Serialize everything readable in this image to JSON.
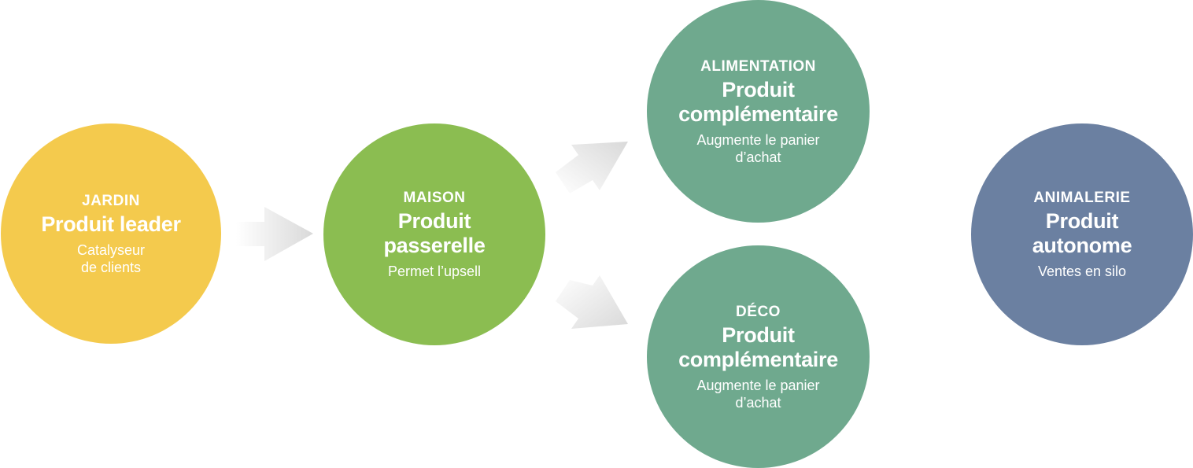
{
  "nodes": [
    {
      "id": "jardin",
      "category": "JARDIN",
      "title": "Produit leader",
      "description": "Catalyseur\nde clients",
      "color": "#f4ca4d"
    },
    {
      "id": "maison",
      "category": "MAISON",
      "title": "Produit\npasserelle",
      "description": "Permet l’upsell",
      "color": "#8bbd51"
    },
    {
      "id": "alimentation",
      "category": "ALIMENTATION",
      "title": "Produit\ncomplémentaire",
      "description": "Augmente le panier\nd’achat",
      "color": "#6fa98e"
    },
    {
      "id": "deco",
      "category": "DÉCO",
      "title": "Produit\ncomplémentaire",
      "description": "Augmente le panier\nd’achat",
      "color": "#6fa98e"
    },
    {
      "id": "animalerie",
      "category": "ANIMALERIE",
      "title": "Produit\nautonome",
      "description": "Ventes en silo",
      "color": "#6b80a1"
    }
  ],
  "edges": [
    {
      "from": "jardin",
      "to": "maison"
    },
    {
      "from": "maison",
      "to": "alimentation"
    },
    {
      "from": "maison",
      "to": "deco"
    }
  ],
  "arrow_color": "#e0e0e0"
}
